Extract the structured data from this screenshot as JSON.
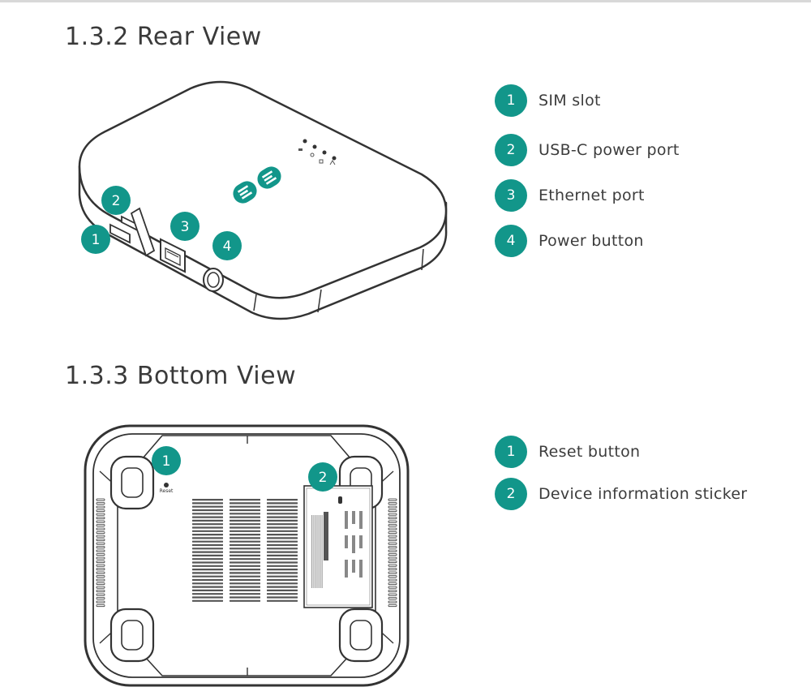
{
  "sections": {
    "rear": {
      "heading": "1.3.2 Rear View",
      "callouts": [
        "1",
        "2",
        "3",
        "4"
      ],
      "legend": [
        {
          "num": "1",
          "label": "SIM slot"
        },
        {
          "num": "2",
          "label": "USB-C power port"
        },
        {
          "num": "3",
          "label": "Ethernet port"
        },
        {
          "num": "4",
          "label": "Power button"
        }
      ]
    },
    "bottom": {
      "heading": "1.3.3 Bottom View",
      "callouts": [
        "1",
        "2"
      ],
      "reset_label": "Reset",
      "legend": [
        {
          "num": "1",
          "label": "Reset button"
        },
        {
          "num": "2",
          "label": "Device information sticker"
        }
      ]
    }
  },
  "colors": {
    "accent": "#12968a",
    "outline": "#333333",
    "heading": "#3a3a3a"
  }
}
